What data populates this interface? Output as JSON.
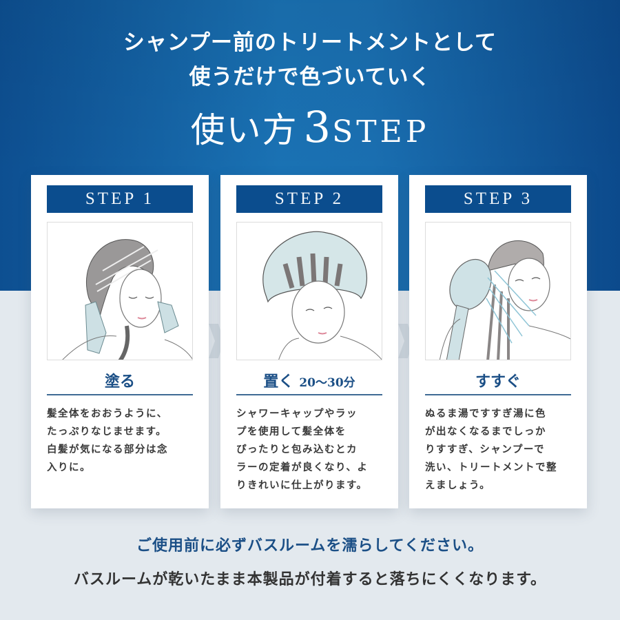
{
  "header": {
    "line1": "シャンプー前のトリートメントとして",
    "line2": "使うだけで色づいていく",
    "title_jp": "使い方",
    "title_num": "3",
    "title_word": "STEP"
  },
  "steps": [
    {
      "label": "STEP 1",
      "action": "塗る",
      "duration": "",
      "description": [
        "髪全体をおおうように、",
        "たっぷりなじませます。",
        "白髪が気になる部分は念",
        "入りに。"
      ],
      "illustration": "woman-applying-treatment-with-gloves"
    },
    {
      "label": "STEP 2",
      "action": "置く",
      "duration": "20〜30分",
      "description": [
        "シャワーキャップやラッ",
        "プを使用して髪全体を",
        "ぴったりと包み込むとカ",
        "ラーの定着が良くなり、よ",
        "りきれいに仕上がります。"
      ],
      "illustration": "woman-wearing-shower-cap"
    },
    {
      "label": "STEP 3",
      "action": "すすぐ",
      "duration": "",
      "description": [
        "ぬるま湯ですすぎ湯に色",
        "が出なくなるまでしっか",
        "りすすぎ、シャンプーで",
        "洗い、トリートメントで整",
        "えましょう。"
      ],
      "illustration": "woman-rinsing-with-shower"
    }
  ],
  "notes": {
    "line1": "ご使用前に必ずバスルームを濡らしてください。",
    "line2": "バスルームが乾いたまま本製品が付着すると落ちにくくなります。"
  },
  "colors": {
    "navy": "#0b4d8e",
    "hero_mid": "#1a72b4",
    "accent_text": "#1b4f86",
    "background": "#e3e9ee",
    "chevron": "#cfd8df"
  }
}
